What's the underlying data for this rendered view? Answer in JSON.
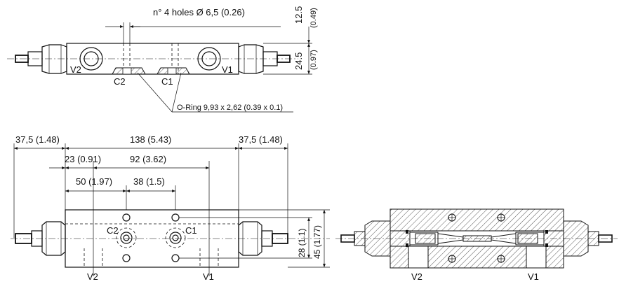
{
  "top_view": {
    "holes_note": "n° 4 holes Ø 6,5 (0.26)",
    "dim_height_small": "12.5",
    "dim_height_small_in": "(0.49)",
    "dim_height_block": "24.5",
    "dim_height_block_in": "(0.97)",
    "port_v2": "V2",
    "port_v1": "V1",
    "port_c2": "C2",
    "port_c1": "C1",
    "oring_note": "O-Ring 9,93 x 2,62 (0.39 x 0.1)"
  },
  "front_view": {
    "dim_left_end": "37,5 (1.48)",
    "dim_total": "138 (5.43)",
    "dim_right_end": "37,5 (1.48)",
    "dim_23": "23 (0.91)",
    "dim_92": "92 (3.62)",
    "dim_50": "50 (1.97)",
    "dim_38": "38 (1.5)",
    "dim_28": "28 (1.1)",
    "dim_45": "45 (1.77)",
    "port_c2": "C2",
    "port_c1": "C1",
    "port_v2": "V2",
    "port_v1": "V1"
  },
  "section_view": {
    "port_v2": "V2",
    "port_v1": "V1"
  }
}
